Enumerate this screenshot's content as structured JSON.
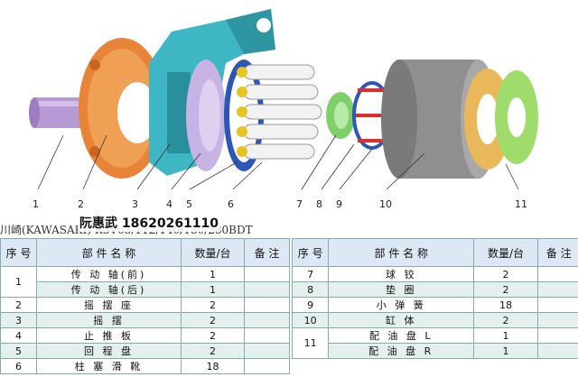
{
  "illustration": {
    "callouts": [
      "1",
      "2",
      "3",
      "4",
      "5",
      "6",
      "7",
      "8",
      "9",
      "10",
      "11"
    ]
  },
  "captions": {
    "model": "川崎(KAWASAKI) K3V63/112/140/180/280BDT",
    "contact": "阮惠武 18620261110"
  },
  "table_left": {
    "headers": [
      "序 号",
      "部 件 名 称",
      "数量/台",
      "备 注"
    ],
    "rows": [
      {
        "no": "1",
        "name": "传 动 轴(前)",
        "qty": "1",
        "note": ""
      },
      {
        "no": "",
        "name": "传 动 轴(后)",
        "qty": "1",
        "note": ""
      },
      {
        "no": "2",
        "name": "摇 摆 座",
        "qty": "2",
        "note": ""
      },
      {
        "no": "3",
        "name": "摇 摆",
        "qty": "2",
        "note": ""
      },
      {
        "no": "4",
        "name": "止 推 板",
        "qty": "2",
        "note": ""
      },
      {
        "no": "5",
        "name": "回 程 盘",
        "qty": "2",
        "note": ""
      },
      {
        "no": "6",
        "name": "柱 塞 滑 靴",
        "qty": "18",
        "note": ""
      }
    ]
  },
  "table_right": {
    "headers": [
      "序 号",
      "部 件 名 称",
      "数量/台",
      "备 注"
    ],
    "rows": [
      {
        "no": "7",
        "name": "球 铰",
        "qty": "2",
        "note": ""
      },
      {
        "no": "8",
        "name": "垫 圈",
        "qty": "2",
        "note": ""
      },
      {
        "no": "9",
        "name": "小 弹 簧",
        "qty": "18",
        "note": ""
      },
      {
        "no": "10",
        "name": "缸 体",
        "qty": "2",
        "note": ""
      },
      {
        "no": "11",
        "name": "配 油 盘 L",
        "qty": "1",
        "note": ""
      },
      {
        "no": "",
        "name": "配 油 盘 R",
        "qty": "1",
        "note": ""
      }
    ]
  }
}
